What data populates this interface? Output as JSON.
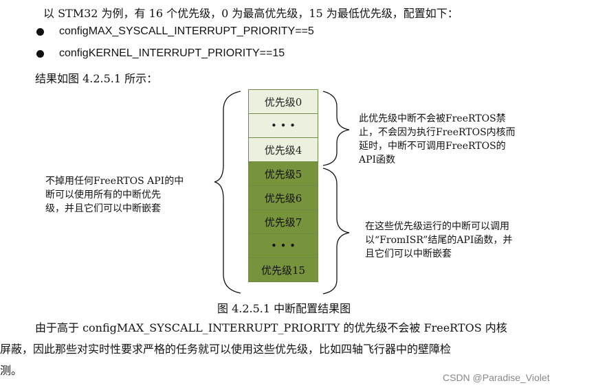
{
  "intro": "以 STM32 为例，有 16 个优先级，0 为最高优先级，15 为最低优先级，配置如下：",
  "bullets": [
    "configMAX_SYSCALL_INTERRUPT_PRIORITY==5",
    "configKERNEL_INTERRUPT_PRIORITY==15"
  ],
  "result_line": "结果如图 4.2.5.1 所示：",
  "diagram": {
    "cells": [
      {
        "label": "优先级0",
        "tone": "light"
      },
      {
        "label": "• • •",
        "tone": "light"
      },
      {
        "label": "优先级4",
        "tone": "light"
      },
      {
        "label": "优先级5",
        "tone": "dark"
      },
      {
        "label": "优先级6",
        "tone": "dark"
      },
      {
        "label": "优先级7",
        "tone": "dark"
      },
      {
        "label": "• • •",
        "tone": "dark"
      },
      {
        "label": "优先级15",
        "tone": "dark"
      }
    ],
    "left_note": [
      "不掉用任何FreeRTOS API的中",
      "断可以使用所有的中断优先",
      "级，并且它们可以中断嵌套"
    ],
    "right_top_note": [
      "此优先级中断不会被FreeRTOS禁",
      "止，不会因为执行FreeRTOS内核而",
      "延时，中断不可调用FreeRTOS的",
      "API函数"
    ],
    "right_bottom_note": [
      "在这些优先级运行的中断可以调用",
      "以“FromISR”结尾的API函数，并",
      "且它们可以中断嵌套"
    ],
    "caption": "图 4.2.5.1  中断配置结果图"
  },
  "paragraph": [
    "由于高于 configMAX_SYSCALL_INTERRUPT_PRIORITY 的优先级不会被 FreeRTOS 内核",
    "屏蔽，因此那些对实时性要求严格的任务就可以使用这些优先级，比如四轴飞行器中的壁障检",
    "测。"
  ],
  "watermark": "CSDN @Paradise_Violet"
}
